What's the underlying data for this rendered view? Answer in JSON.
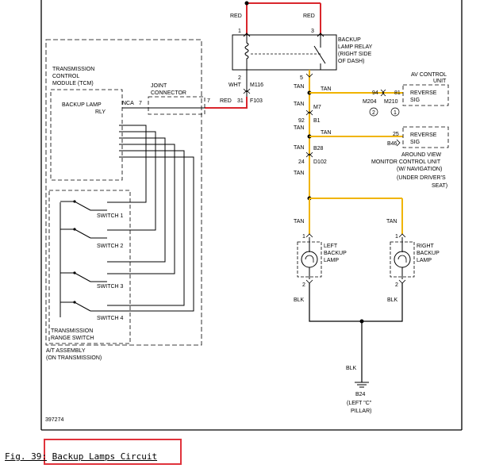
{
  "figure": {
    "number_label": "Fig. 39:",
    "caption": "Backup Lamps Circuit",
    "diagram_id": "397274",
    "highlight_color": "#e0333c"
  },
  "colors": {
    "red_wire": "#d9262c",
    "tan_wire": "#f0b400",
    "black_wire": "#000000"
  },
  "relay": {
    "name": "BACKUP LAMP RELAY (RIGHT SIDE OF DASH)",
    "lines": [
      "BACKUP",
      "LAMP RELAY",
      "(RIGHT SIDE",
      "OF DASH)"
    ],
    "pin1": "1",
    "pin3": "3",
    "pin2": "2",
    "pin5": "5",
    "wire_top_left": "RED",
    "wire_top_right": "RED",
    "wire_pin2": "WHT",
    "connector_m116": "M116"
  },
  "tcm": {
    "lines": [
      "TRANSMISSION",
      "CONTROL",
      "MODULE (TCM)"
    ],
    "backup_lamp_rly": [
      "BACKUP LAMP",
      "RLY"
    ],
    "pin_label": "NCA",
    "pin_num": "7"
  },
  "joint_connector": {
    "lines": [
      "JOINT",
      "CONNECTOR"
    ],
    "pin_in": "7",
    "pin_out": "7",
    "wire_out": "RED",
    "pin_31": "31",
    "connector_f103": "F103"
  },
  "switches": {
    "labels": [
      "SWITCH 1",
      "SWITCH 2",
      "SWITCH 3",
      "SWITCH 4"
    ],
    "range_switch": [
      "TRANSMISSION",
      "RANGE SWITCH"
    ],
    "assembly": [
      "A/T ASSEMBLY",
      "(ON TRANSMISSION)"
    ]
  },
  "tan_chain": {
    "w1": "TAN",
    "w2": "TAN",
    "conn_m7": "M7",
    "pin92": "92",
    "conn_b1": "B1",
    "w3": "TAN",
    "w4": "TAN",
    "conn_b28": "B28",
    "pin24": "24",
    "conn_d102": "D102",
    "w5": "TAN"
  },
  "av_control": {
    "title": [
      "AV CONTROL",
      "UNIT"
    ],
    "wire": "TAN",
    "pin94": "94",
    "pin81": "81",
    "conn_m204": "M204",
    "conn_m210": "M210",
    "ref2": "2",
    "ref1": "1",
    "sig": [
      "REVERSE",
      "SIG"
    ]
  },
  "around_view": {
    "wire": "TAN",
    "pin25": "25",
    "conn_b46": "B46",
    "sig": [
      "REVERSE",
      "SIG"
    ],
    "title": [
      "AROUND VIEW",
      "MONITOR CONTROL UNIT",
      "(W/ NAVIGATION)",
      "(UNDER DRIVER'S",
      "SEAT)"
    ]
  },
  "lamps": {
    "left_wire_top": "TAN",
    "right_wire_top": "TAN",
    "left_pin1": "1",
    "left_pin2": "2",
    "right_pin1": "1",
    "right_pin2": "2",
    "left_label": [
      "LEFT",
      "BACKUP",
      "LAMP"
    ],
    "right_label": [
      "RIGHT",
      "BACKUP",
      "LAMP"
    ],
    "left_wire_bottom": "BLK",
    "right_wire_bottom": "BLK"
  },
  "ground": {
    "wire": "BLK",
    "name": "B24",
    "location": [
      "(LEFT \"C\"",
      "PILLAR)"
    ]
  }
}
